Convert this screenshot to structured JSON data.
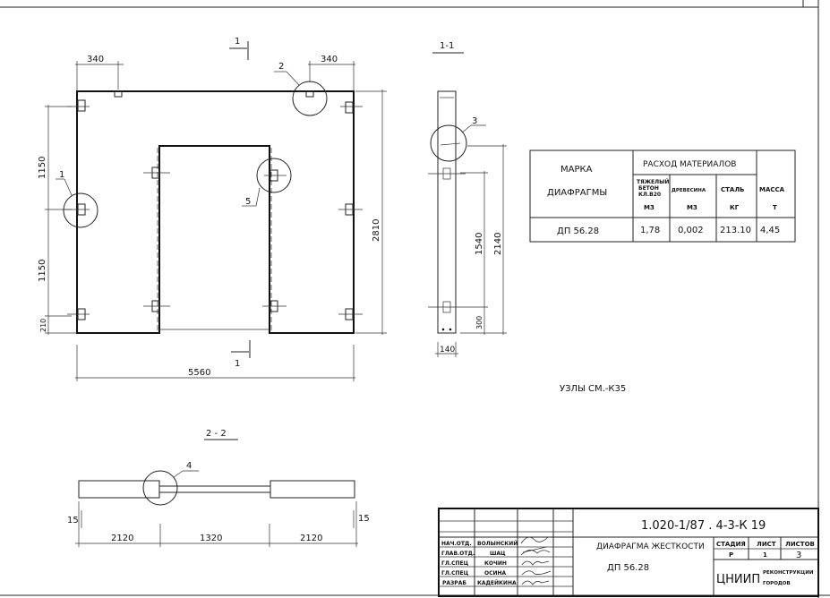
{
  "plan": {
    "dim_top_left": "340",
    "dim_top_right": "340",
    "dim_left_upper": "1150",
    "dim_left_lower": "1150",
    "dim_left_bottom": "210",
    "dim_right_height": "2810",
    "dim_width": "5560",
    "section_mark_top": "1",
    "section_mark_bottom": "1",
    "callouts": [
      "1",
      "2",
      "5"
    ]
  },
  "section_1_1": {
    "title": "1-1",
    "callout": "3",
    "dim_2140": "2140",
    "dim_1540": "1540",
    "dim_300": "300",
    "dim_140": "140"
  },
  "section_2_2": {
    "title": "2 - 2",
    "callout": "4",
    "dim_left_offset": "15",
    "dim_right_offset": "15",
    "dim_left": "2120",
    "dim_middle": "1320",
    "dim_right": "2120"
  },
  "note": "УЗЛЫ СМ.-К35",
  "materials_table": {
    "col_mark_line1": "МАРКА",
    "col_mark_line2": "ДИАФРАГМЫ",
    "group_header": "РАСХОД МАТЕРИАЛОВ",
    "concrete_line1": "ТЯЖЕЛЫЙ",
    "concrete_line2": "БЕТОН",
    "concrete_line3": "КЛ.В20",
    "concrete_unit": "М3",
    "wood": "ДРЕВЕСИНА",
    "wood_unit": "М3",
    "steel": "СТАЛЬ",
    "steel_unit": "КГ",
    "mass": "МАССА",
    "mass_unit": "Т",
    "row": {
      "mark": "ДП 56.28",
      "concrete": "1,78",
      "wood": "0,002",
      "steel": "213.10",
      "mass": "4,45"
    }
  },
  "title_block": {
    "code": "1.020-1/87 . 4-3-К 19",
    "name": "ДИАФРАГМА ЖЕСТКОСТИ",
    "mark": "ДП 56.28",
    "stage_label": "СТАДИЯ",
    "sheet_label": "ЛИСТ",
    "sheets_label": "ЛИСТОВ",
    "stage": "Р",
    "sheet": "1",
    "sheets": "3",
    "org": "ЦНИИП",
    "org_sub1": "РЕКОНСТРУКЦИИ",
    "org_sub2": "ГОРОДОВ",
    "staff": [
      {
        "role": "НАЧ.ОТД.",
        "name": "ВОЛЫНСКИЙ"
      },
      {
        "role": "ГЛАВ.ОТД.",
        "name": "ШАЦ"
      },
      {
        "role": "ГЛ.СПЕЦ",
        "name": "КОЧИН"
      },
      {
        "role": "ГЛ.СПЕЦ",
        "name": "ОСИНА"
      },
      {
        "role": "РАЗРАБ",
        "name": "КАДЕЙКИНА"
      }
    ]
  }
}
